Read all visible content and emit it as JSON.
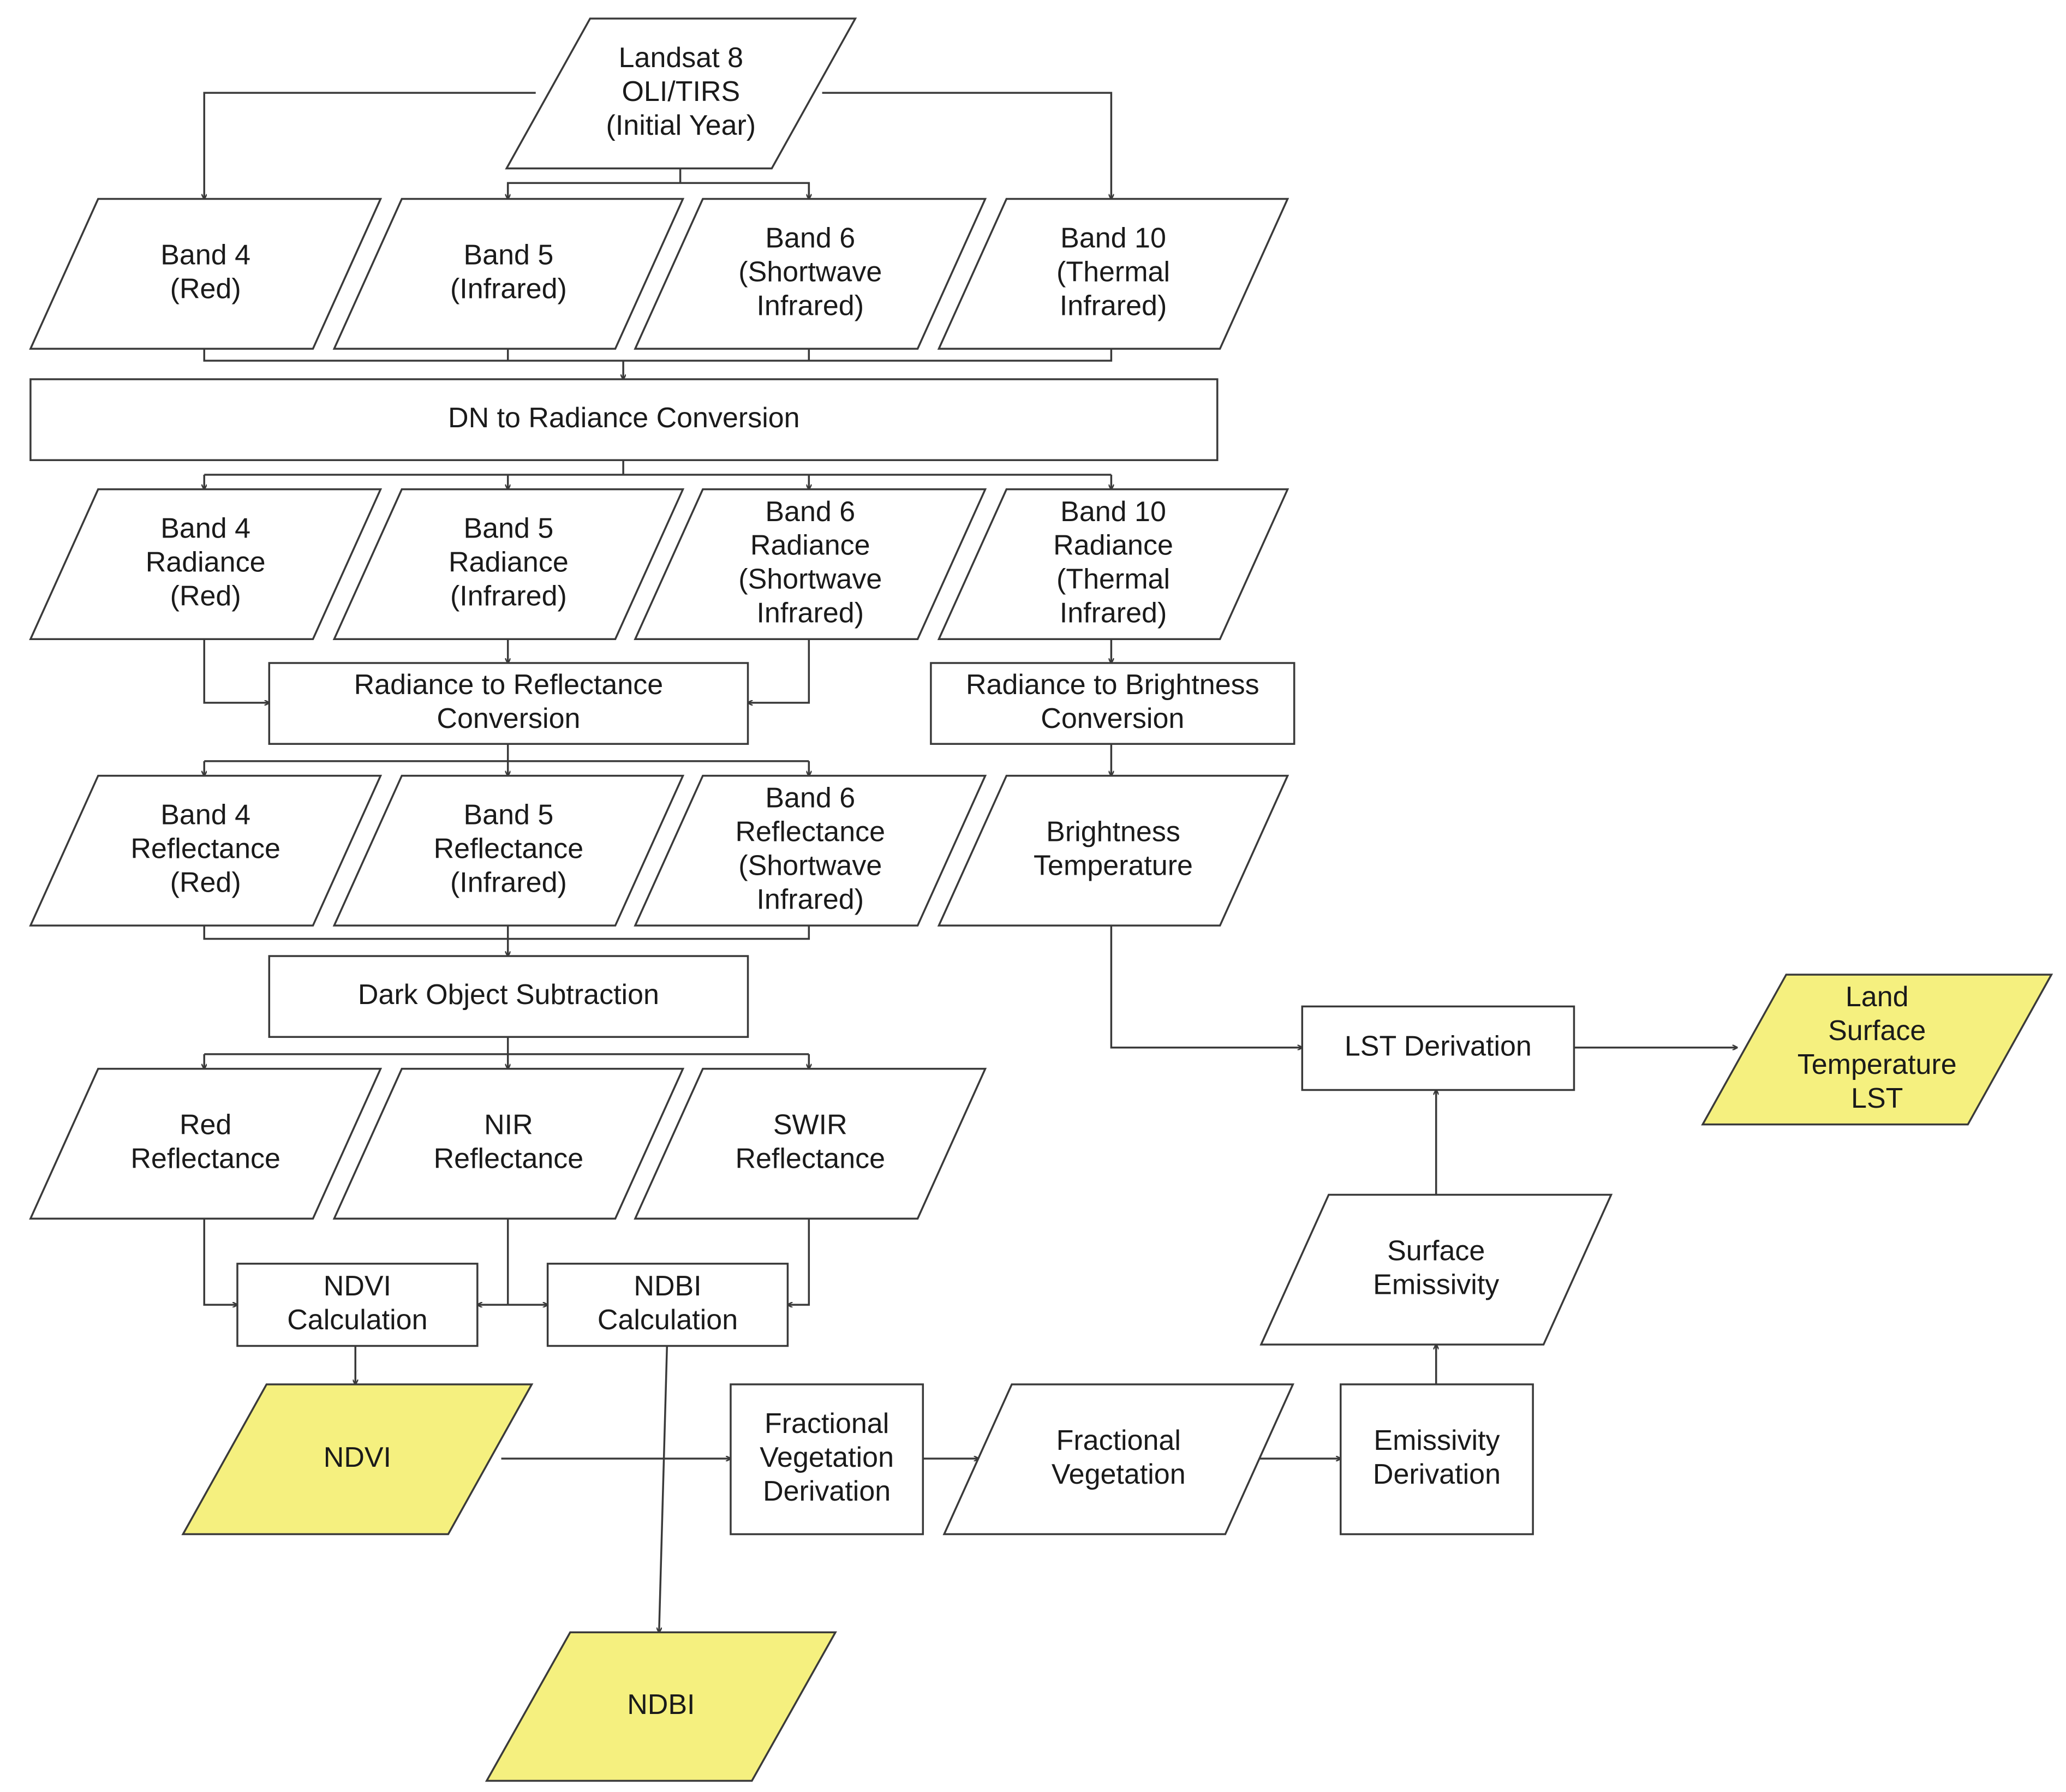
{
  "colors": {
    "stroke": "#3a3a3a",
    "background": "#ffffff",
    "output_fill": "#f5f07f",
    "text": "#1a1a1a"
  },
  "nodes": {
    "landsat": {
      "lines": [
        "Landsat 8",
        "OLI/TIRS",
        "(Initial Year)"
      ],
      "shape": "data"
    },
    "b4": {
      "lines": [
        "Band 4",
        "(Red)"
      ],
      "shape": "data"
    },
    "b5": {
      "lines": [
        "Band 5",
        "(Infrared)"
      ],
      "shape": "data"
    },
    "b6": {
      "lines": [
        "Band 6",
        "(Shortwave",
        "Infrared)"
      ],
      "shape": "data"
    },
    "b10": {
      "lines": [
        "Band 10",
        "(Thermal",
        "Infrared)"
      ],
      "shape": "data"
    },
    "dn": {
      "lines": [
        "DN to Radiance Conversion"
      ],
      "shape": "process"
    },
    "b4rad": {
      "lines": [
        "Band 4",
        "Radiance",
        "(Red)"
      ],
      "shape": "data"
    },
    "b5rad": {
      "lines": [
        "Band 5",
        "Radiance",
        "(Infrared)"
      ],
      "shape": "data"
    },
    "b6rad": {
      "lines": [
        "Band 6",
        "Radiance",
        "(Shortwave",
        "Infrared)"
      ],
      "shape": "data"
    },
    "b10rad": {
      "lines": [
        "Band 10",
        "Radiance",
        "(Thermal",
        "Infrared)"
      ],
      "shape": "data"
    },
    "rad2ref": {
      "lines": [
        "Radiance to Reflectance",
        "Conversion"
      ],
      "shape": "process"
    },
    "rad2bt": {
      "lines": [
        "Radiance to Brightness",
        "Conversion"
      ],
      "shape": "process"
    },
    "b4ref": {
      "lines": [
        "Band 4",
        "Reflectance",
        "(Red)"
      ],
      "shape": "data"
    },
    "b5ref": {
      "lines": [
        "Band 5",
        "Reflectance",
        "(Infrared)"
      ],
      "shape": "data"
    },
    "b6ref": {
      "lines": [
        "Band 6",
        "Reflectance",
        "(Shortwave",
        "Infrared)"
      ],
      "shape": "data"
    },
    "bt": {
      "lines": [
        "Brightness",
        "Temperature"
      ],
      "shape": "data"
    },
    "dos": {
      "lines": [
        "Dark Object Subtraction"
      ],
      "shape": "process"
    },
    "redref": {
      "lines": [
        "Red",
        "Reflectance"
      ],
      "shape": "data"
    },
    "nirref": {
      "lines": [
        "NIR",
        "Reflectance"
      ],
      "shape": "data"
    },
    "swirref": {
      "lines": [
        "SWIR",
        "Reflectance"
      ],
      "shape": "data"
    },
    "ndvicalc": {
      "lines": [
        "NDVI",
        "Calculation"
      ],
      "shape": "process"
    },
    "ndbicalc": {
      "lines": [
        "NDBI",
        "Calculation"
      ],
      "shape": "process"
    },
    "ndvi": {
      "lines": [
        "NDVI"
      ],
      "shape": "data",
      "highlight": true
    },
    "ndbi": {
      "lines": [
        "NDBI"
      ],
      "shape": "data",
      "highlight": true
    },
    "fvd": {
      "lines": [
        "Fractional",
        "Vegetation",
        "Derivation"
      ],
      "shape": "process"
    },
    "fv": {
      "lines": [
        "Fractional",
        "Vegetation"
      ],
      "shape": "data"
    },
    "ed": {
      "lines": [
        "Emissivity",
        "Derivation"
      ],
      "shape": "process"
    },
    "se": {
      "lines": [
        "Surface",
        "Emissivity"
      ],
      "shape": "data"
    },
    "lstd": {
      "lines": [
        "LST Derivation"
      ],
      "shape": "process"
    },
    "lst": {
      "lines": [
        "Land",
        "Surface",
        "Temperature",
        "LST"
      ],
      "shape": "data",
      "highlight": true
    }
  }
}
